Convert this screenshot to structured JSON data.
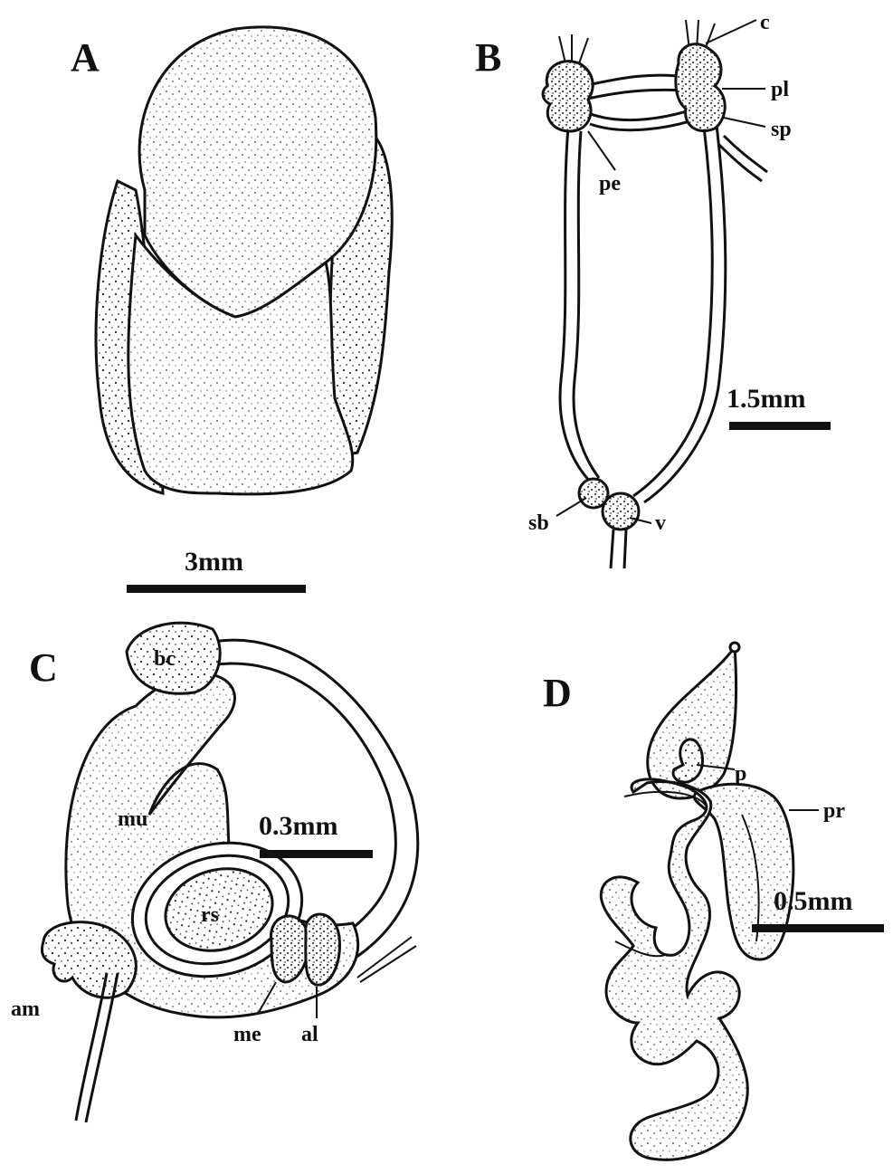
{
  "panels": {
    "a": {
      "letter": "A",
      "scale": "3mm"
    },
    "b": {
      "letter": "B",
      "scale": "1.5mm",
      "labels": {
        "c": "c",
        "pl": "pl",
        "sp": "sp",
        "pe": "pe",
        "sb": "sb",
        "v": "v"
      }
    },
    "c": {
      "letter": "C",
      "scale": "0.3mm",
      "labels": {
        "bc": "bc",
        "mu": "mu",
        "rs": "rs",
        "am": "am",
        "me": "me",
        "al": "al"
      }
    },
    "d": {
      "letter": "D",
      "scale": "0.5mm",
      "labels": {
        "p": "p",
        "pr": "pr"
      }
    }
  },
  "colors": {
    "ink": "#111111",
    "paper": "#ffffff",
    "stipple": "#222222"
  }
}
